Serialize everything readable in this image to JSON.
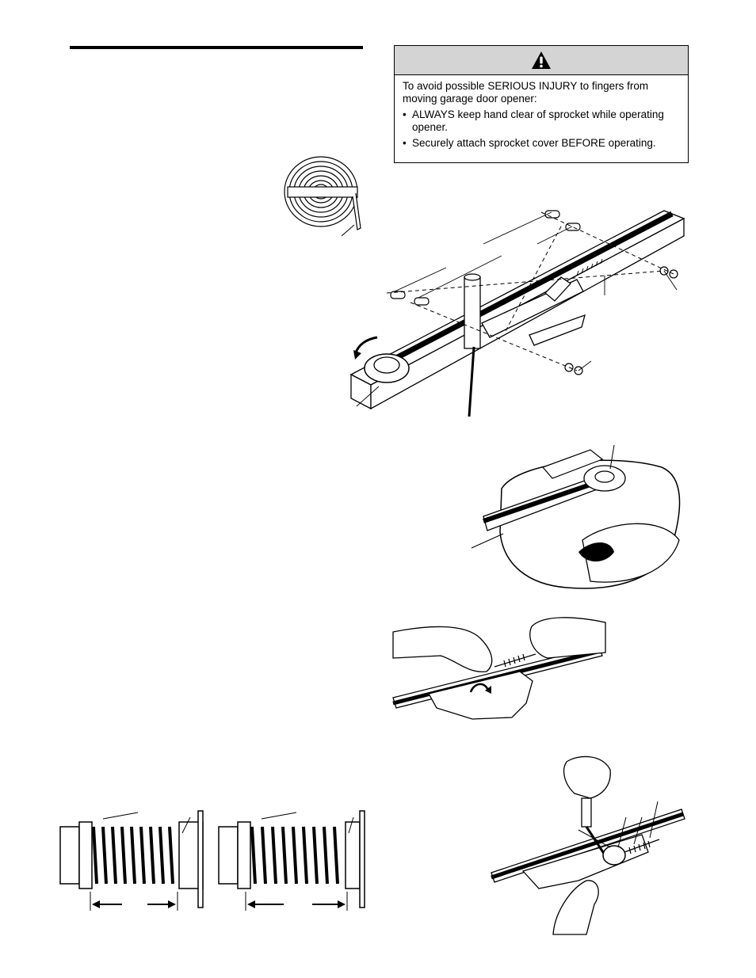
{
  "warning": {
    "icon": "warning-triangle-icon",
    "header_color": "#d4d4d4",
    "intro": "To avoid possible SERIOUS INJURY to fingers from moving garage door opener:",
    "bullets": [
      "ALWAYS keep hand clear of sprocket while operating opener.",
      "Securely attach sprocket cover BEFORE operating."
    ]
  },
  "figures": [
    "coiled-belt-illustration",
    "trolley-rail-exploded-illustration",
    "motor-unit-sprocket-illustration",
    "hands-tightening-nut-illustration",
    "spring-compression-comparison-illustration",
    "screwdriver-adjustment-illustration"
  ]
}
